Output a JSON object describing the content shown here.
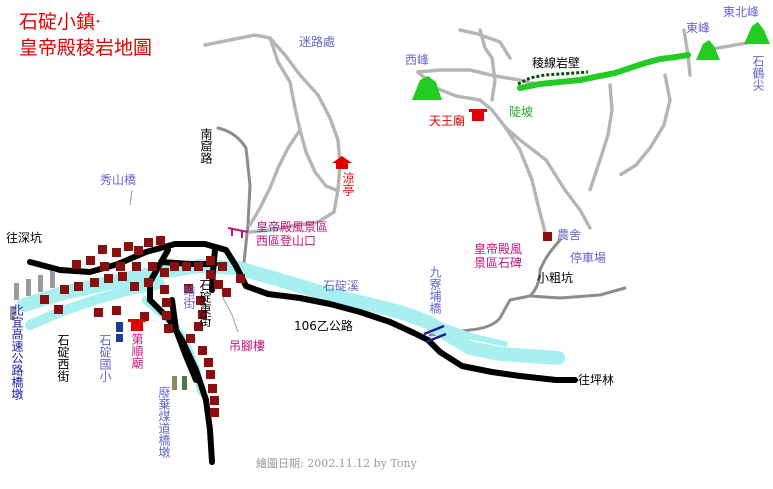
{
  "title": {
    "line1": "石碇小鎮·",
    "line2": "皇帝殿稜岩地圖"
  },
  "credit": "繪圖日期: 2002.11.12 by Tony",
  "labels": {
    "milu_chu": "迷路處",
    "xi_feng": "西峰",
    "dong_feng": "東峰",
    "dongbei_feng": "東北峰",
    "shi_he_jian": "石鶴尖",
    "leng_xian_yan_bi": "稜線岩壁",
    "tian_wang_miao": "天王廟",
    "dou_po": "陡坡",
    "nan_kui_lu": "南窟路",
    "liang_ting": "涼亭",
    "xiu_shan_qiao": "秀山橋",
    "dengshan_1": "皇帝殿風景區",
    "dengshan_2": "西區登山口",
    "wang_shen_keng": "往深坑",
    "nong_she": "農舍",
    "shibei_1": "皇帝殿風",
    "shibei_2": "景區石碑",
    "ting_che_chang": "停車場",
    "xiao_zu_keng": "小粗坑",
    "shi_ding_xi": "石碇溪",
    "jiu_liao_bu_qiao": "九寮埔橋",
    "an_jie": "暗街",
    "shi_ding_dong_jie": "石碇東街",
    "road_106": "106乙公路",
    "diao_jiao_lou": "吊腳樓",
    "beiyi_qiaodun": "北宜高速公路橋墩",
    "shi_ding_xi_jie": "石碇西街",
    "shi_ding_guo_xiao": "石碇國小",
    "di_shun_miao": "第順廟",
    "fei_qi_mei_dao": "廢棄煤道橋墩",
    "wang_ping_lin": "往坪林"
  },
  "colors": {
    "title": "#e00000",
    "river": "#a8f0f0",
    "road": "#000000",
    "trail": "#b8b8b8",
    "building": "#8a1010",
    "temple": "#e00000",
    "peak": "#22cc22",
    "pink_label": "#c0147a",
    "blue_label": "#6666cc",
    "navy_label": "#1a1aa0",
    "red_label": "#e00000",
    "green_label": "#22aa22",
    "gray_label": "#8c8c8c"
  }
}
